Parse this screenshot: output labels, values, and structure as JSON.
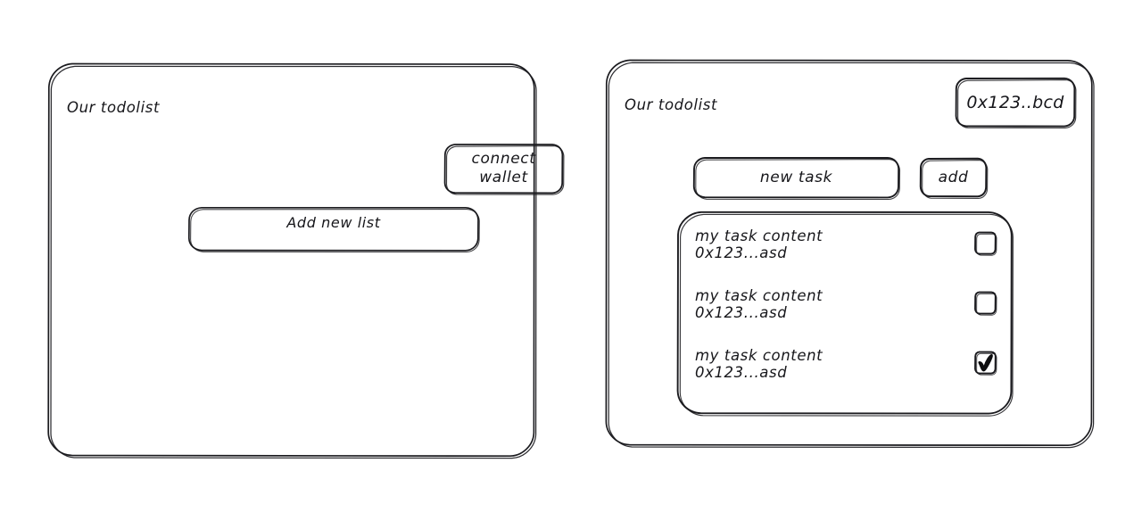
{
  "screens": [
    {
      "id": "connect-screen",
      "title": "Our todolist",
      "wallet_button": {
        "line1": "connect",
        "line2": "wallet"
      },
      "add_list_input": {
        "value": "Add new list"
      }
    },
    {
      "id": "task-screen",
      "title": "Our todolist",
      "wallet_badge": {
        "address": "0x123..bcd"
      },
      "new_task_input": {
        "value": "new task"
      },
      "add_button": {
        "label": "add"
      },
      "tasks": [
        {
          "content": "my task content",
          "address": "0x123...asd",
          "checked": false,
          "checkbox_icon": "checkbox-empty-icon"
        },
        {
          "content": "my task content",
          "address": "0x123...asd",
          "checked": false,
          "checkbox_icon": "checkbox-empty-icon"
        },
        {
          "content": "my task content",
          "address": "0x123...asd",
          "checked": true,
          "checkbox_icon": "checkbox-checked-icon"
        }
      ]
    }
  ],
  "style": {
    "stroke_color": "#1b1b1f",
    "background": "#ffffff"
  }
}
